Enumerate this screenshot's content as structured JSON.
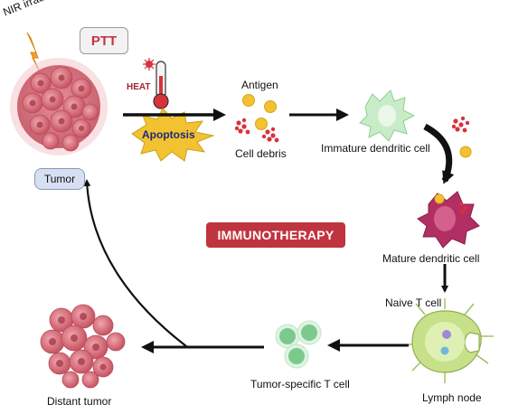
{
  "labels": {
    "nir": "NIR irradiation",
    "ptt": "PTT",
    "heat": "HEAT",
    "apoptosis": "Apoptosis",
    "tumor": "Tumor",
    "antigen": "Antigen",
    "cell_debris": "Cell debris",
    "immature_dc": "Immature dendritic cell",
    "mature_dc": "Mature dendritic cell",
    "immunotherapy": "IMMUNOTHERAPY",
    "naive_t": "Naive T cell",
    "lymph_node": "Lymph node",
    "tumor_specific_t": "Tumor-specific T cell",
    "distant_tumor": "Distant tumor"
  },
  "colors": {
    "tumor": "#d97b86",
    "ptt_text": "#c8323e",
    "immunotherapy_bg": "#c0343f",
    "arrow": "#111111",
    "antigen": "#f2c230",
    "debris": "#d8323d",
    "apoptosis_burst": "#f2c230",
    "immature_dc": "#c9ecc8",
    "mature_dc": "#b22f63",
    "t_cell": "#7cc98d",
    "lymph_node": "#c7e08a"
  }
}
